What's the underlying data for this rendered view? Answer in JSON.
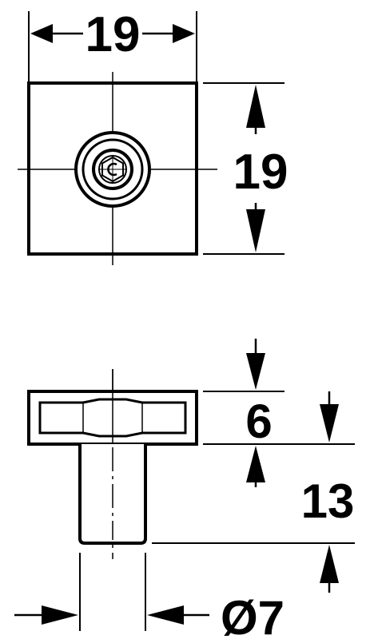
{
  "drawing": {
    "top_view": {
      "width_label": "19",
      "height_label": "19"
    },
    "side_view": {
      "head_height_label": "6",
      "total_height_label": "13",
      "diameter_label": "Ø7"
    },
    "colors": {
      "line": "#000000",
      "background": "#ffffff"
    }
  }
}
